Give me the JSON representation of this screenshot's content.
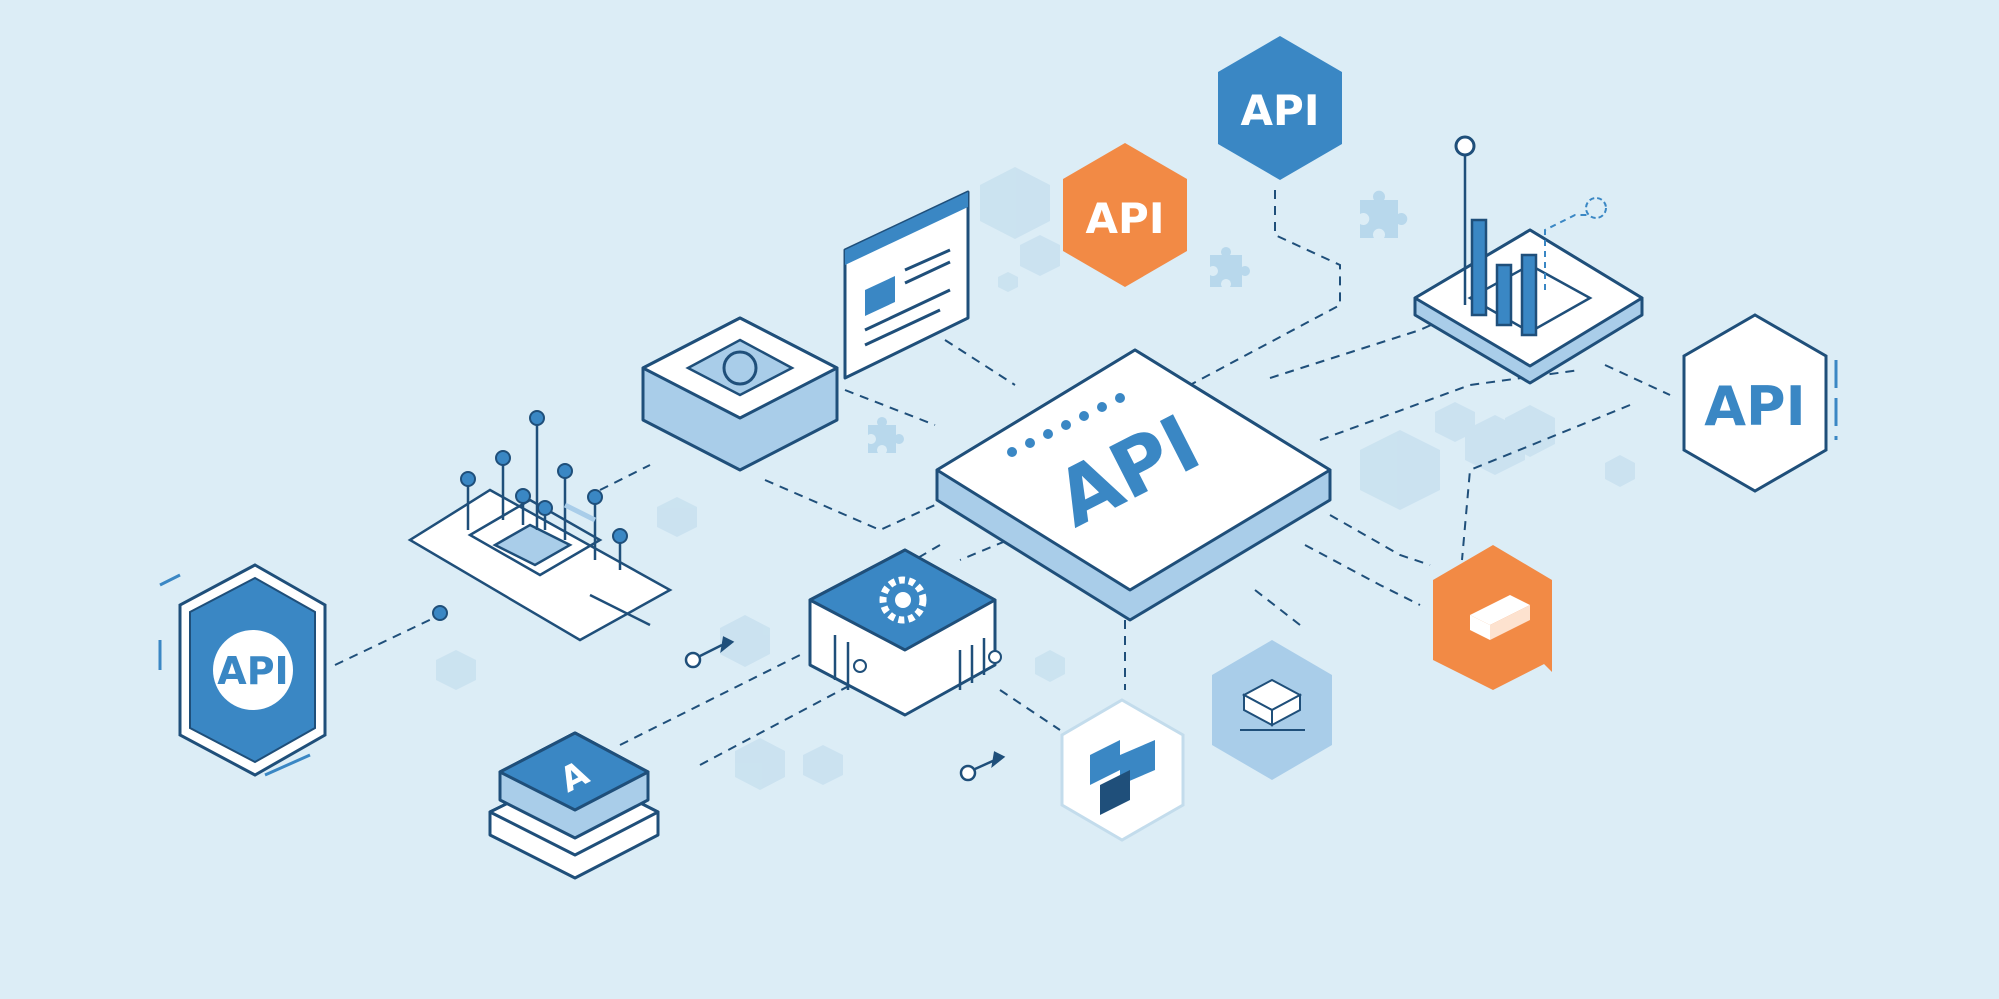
{
  "labels": {
    "hub": "API",
    "top_blue_hex": "API",
    "orange_hex": "API",
    "right_hex": "API",
    "left_hex": "API",
    "small_block": "A"
  },
  "colors": {
    "background": "#dcedf6",
    "primary_blue": "#3a87c4",
    "dark_outline": "#1f4f7a",
    "light_blue": "#a9cde9",
    "accent_orange": "#f28a45",
    "white": "#ffffff"
  },
  "icons": [
    "api-hub-block",
    "api-hex-badge",
    "web-page-icon",
    "sync-device-icon",
    "circuit-chip-icon",
    "server-gear-icon",
    "bar-chart-platform-icon",
    "puzzle-icon",
    "layers-icon",
    "integration-hex-icon",
    "cloud-stack-icon",
    "connector-arrow-icon"
  ]
}
